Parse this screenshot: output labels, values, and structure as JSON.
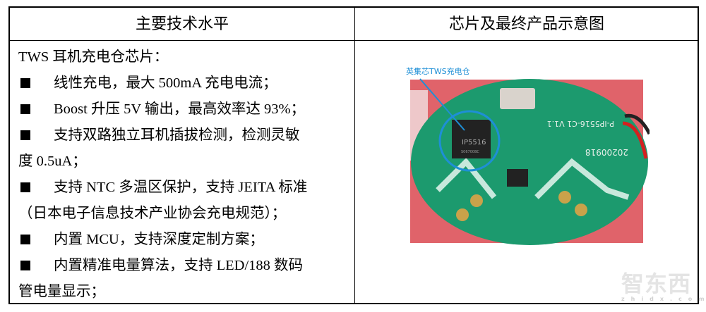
{
  "table": {
    "headers": [
      "主要技术水平",
      "芯片及最终产品示意图"
    ],
    "title_line": "TWS 耳机充电仓芯片：",
    "bullets": [
      [
        "线性充电，最大 500mA 充电电流；"
      ],
      [
        "Boost 升压 5V 输出，最高效率达 93%；"
      ],
      [
        "支持双路独立耳机插拔检测，检测灵敏",
        "度 0.5uA；"
      ],
      [
        "支持 NTC 多温区保护，支持 JEITA 标准",
        "（日本电子信息技术产业协会充电规范）；"
      ],
      [
        "内置 MCU，支持深度定制方案；"
      ],
      [
        "内置精准电量算法，支持 LED/188 数码",
        "管电量显示；"
      ]
    ]
  },
  "image": {
    "callout_label": "英集芯TWS充电仓",
    "chip_marking": "IP5516",
    "chip_code": "S06700BC",
    "board_text": "P-IP5516-C1 V1.1",
    "board_date": "20200918",
    "colors": {
      "board": "#1c9a6e",
      "background": "#e0636a",
      "callout": "#1e8fd6"
    }
  },
  "watermark": {
    "logo": "智东西",
    "url": "zhidx.com"
  }
}
